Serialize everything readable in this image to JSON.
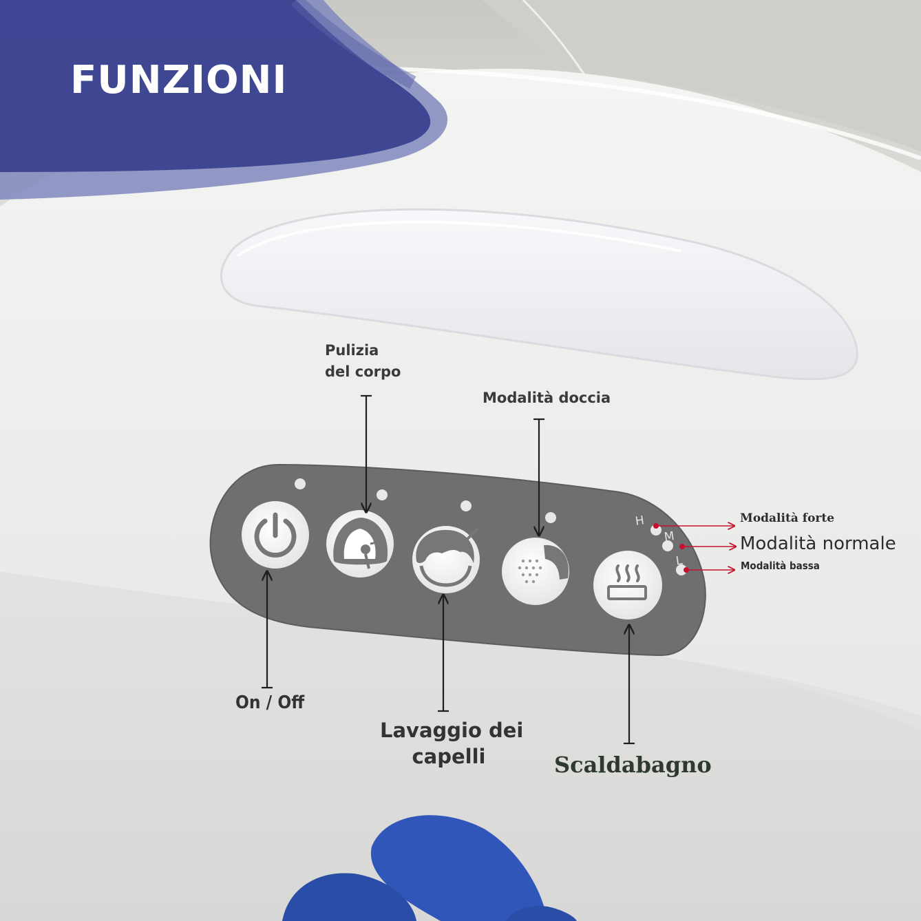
{
  "header": {
    "title": "FUNZIONI"
  },
  "panel": {
    "buttons": [
      {
        "name": "power",
        "icon": "power-icon"
      },
      {
        "name": "body-cleaning",
        "icon": "body-cleaning-icon"
      },
      {
        "name": "hair-washing",
        "icon": "hair-icon"
      },
      {
        "name": "shower-mode",
        "icon": "shower-icon"
      },
      {
        "name": "water-heater",
        "icon": "heater-icon"
      }
    ],
    "level_letters": {
      "high": "H",
      "medium": "M",
      "low": "L"
    }
  },
  "labels": {
    "body_cleaning": [
      "Pulizia",
      "del corpo"
    ],
    "shower_mode": "Modalità doccia",
    "on_off": "On / Off",
    "hair_washing": [
      "Lavaggio dei",
      "capelli"
    ],
    "water_heater": "Scaldabagno",
    "mode_strong": "Modalità forte",
    "mode_normal": "Modalità normale",
    "mode_low": "Modalità bassa"
  },
  "colors": {
    "banner": "#3b4290",
    "panel": "#6f6f6f",
    "accent_red": "#c8102e",
    "blue_drop": "#2f56b8"
  }
}
